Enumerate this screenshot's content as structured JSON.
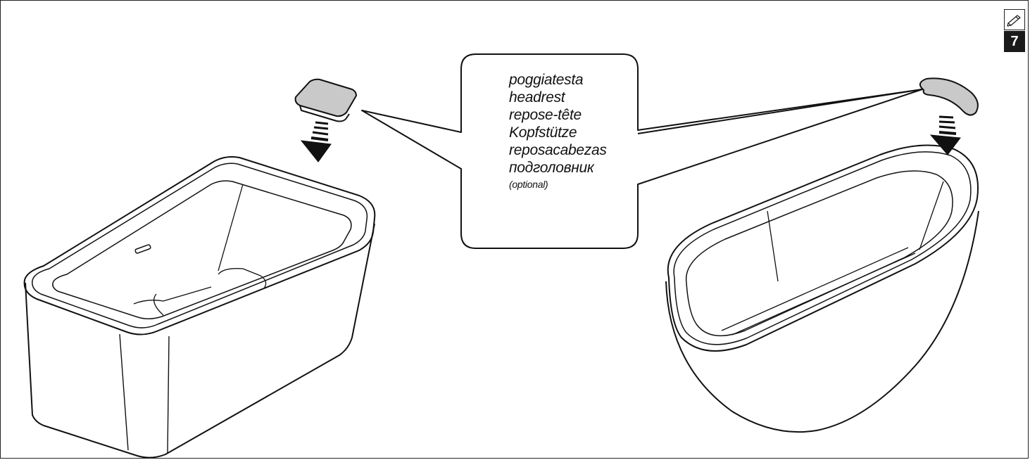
{
  "badge": {
    "step": "7",
    "icon": "pencil-icon"
  },
  "callout": {
    "labels": [
      "poggiatesta",
      "headrest",
      "repose-tête",
      "Kopfstütze",
      "reposacabezas",
      "подголовник"
    ],
    "note": "(optional)"
  },
  "colors": {
    "line": "#111111",
    "headrest_fill": "#c9c9c9",
    "badge_bg": "#1a1a1a"
  }
}
